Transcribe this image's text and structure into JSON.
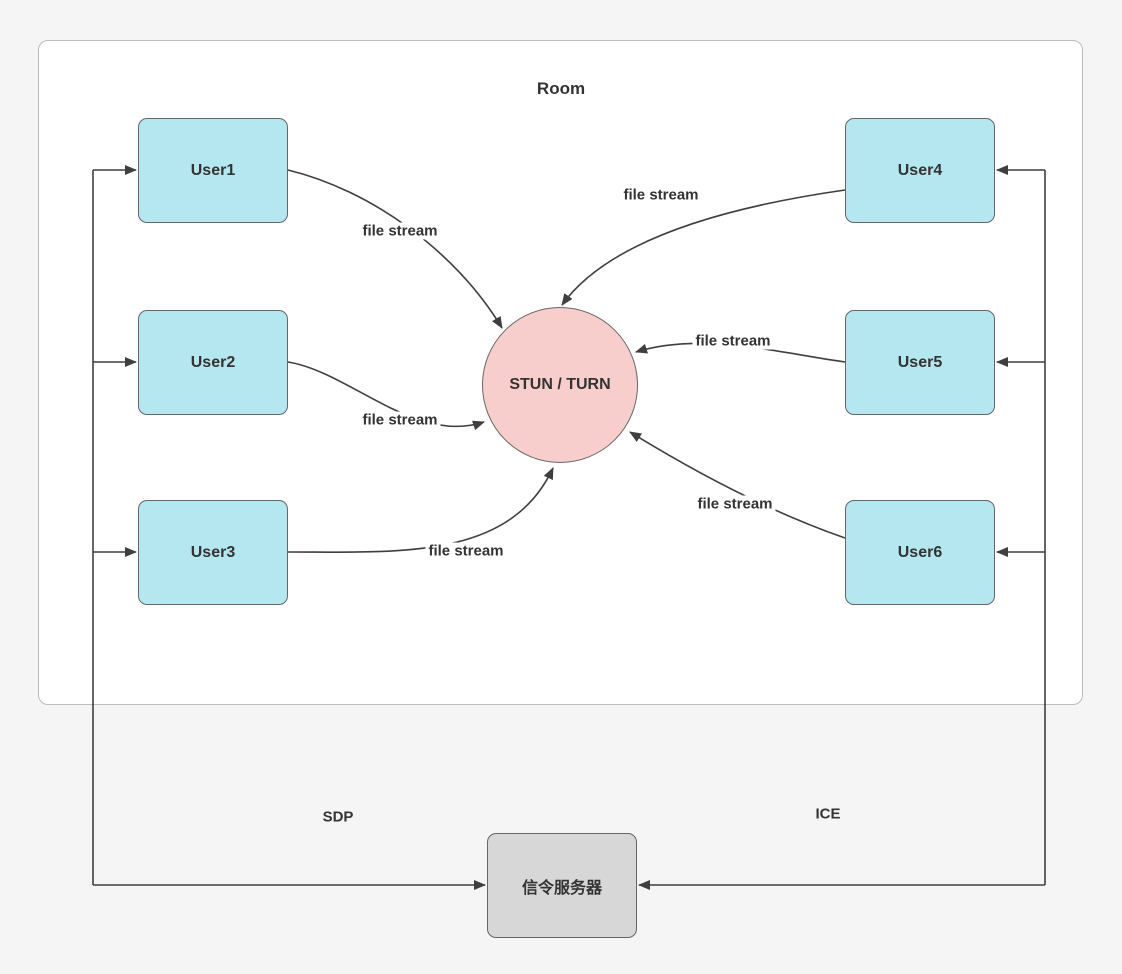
{
  "colors": {
    "background": "#f5f5f5",
    "room_fill": "#ffffff",
    "room_border": "#bcbcbc",
    "user_fill": "#b5e7f0",
    "user_border": "#666666",
    "stun_fill": "#f8cecc",
    "stun_border": "#666666",
    "server_fill": "#d7d7d7",
    "server_border": "#666666",
    "edge_color": "#3f3f3f",
    "text_color": "#333333"
  },
  "room": {
    "label": "Room"
  },
  "nodes": {
    "user1": "User1",
    "user2": "User2",
    "user3": "User3",
    "user4": "User4",
    "user5": "User5",
    "user6": "User6",
    "stun_turn": "STUN / TURN",
    "signaling_server": "信令服务器"
  },
  "edge_labels": {
    "user1_stream": "file stream",
    "user2_stream": "file stream",
    "user3_stream": "file stream",
    "user4_stream": "file stream",
    "user5_stream": "file stream",
    "user6_stream": "file stream",
    "sdp": "SDP",
    "ice": "ICE"
  }
}
